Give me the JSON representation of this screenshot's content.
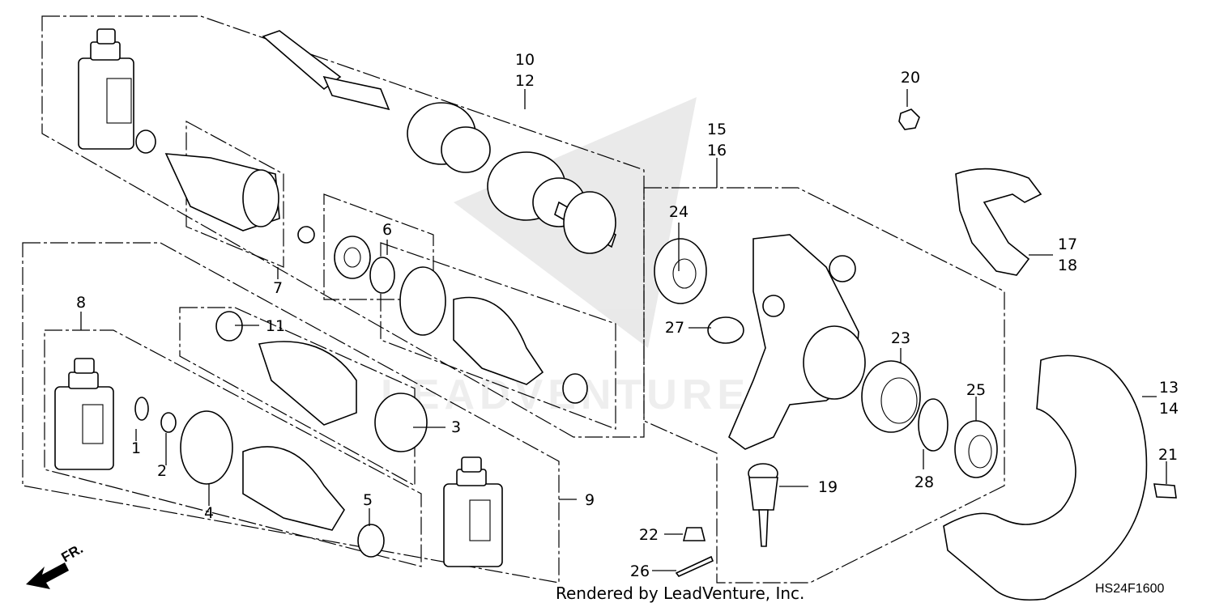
{
  "diagram": {
    "callouts": {
      "c1": "1",
      "c2": "2",
      "c3": "3",
      "c4": "4",
      "c5": "5",
      "c6": "6",
      "c7": "7",
      "c8": "8",
      "c9": "9",
      "c10": "10",
      "c11": "11",
      "c12": "12",
      "c13": "13",
      "c14": "14",
      "c15": "15",
      "c16": "16",
      "c17": "17",
      "c18": "18",
      "c19": "19",
      "c20": "20",
      "c21": "21",
      "c22": "22",
      "c23": "23",
      "c24": "24",
      "c25": "25",
      "c26": "26",
      "c27": "27",
      "c28": "28"
    },
    "direction_label": "FR.",
    "watermark": "LEADVENTURE",
    "footer": {
      "rendered_by": "Rendered by LeadVenture, Inc.",
      "diagram_code": "HS24F1600"
    }
  }
}
